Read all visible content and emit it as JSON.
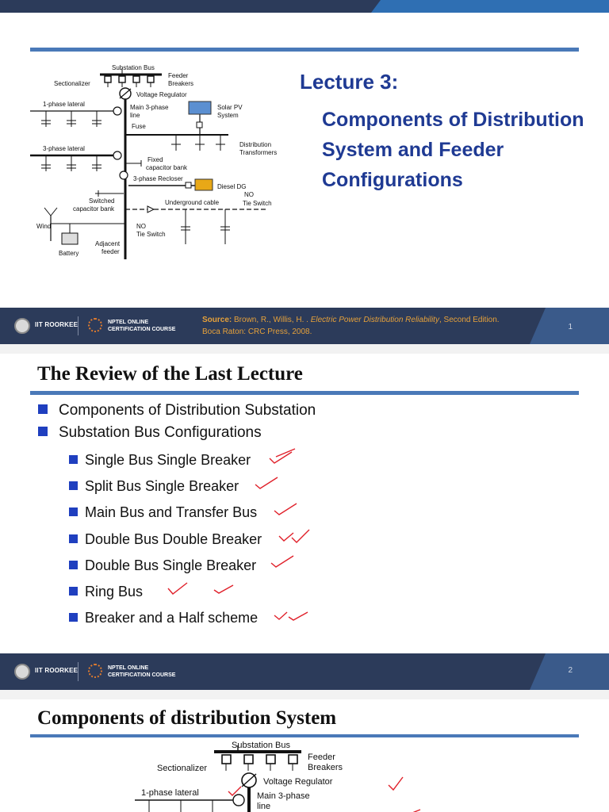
{
  "slide1": {
    "lecture_title": "Lecture 3:",
    "lecture_subtitle": "Components of Distribution System and Feeder Configurations",
    "diagram": {
      "substation_bus": "Substation Bus",
      "feeder_breakers_1": "Feeder",
      "feeder_breakers_2": "Breakers",
      "sectionalizer": "Sectionalizer",
      "voltage_regulator": "Voltage Regulator",
      "one_phase_lateral": "1-phase lateral",
      "main_line_1": "Main 3-phase",
      "main_line_2": "line",
      "solar_1": "Solar PV",
      "solar_2": "System",
      "fuse": "Fuse",
      "dist_tx_1": "Distribution",
      "dist_tx_2": "Transformers",
      "three_phase_lateral": "3-phase lateral",
      "fixed_cap_1": "Fixed",
      "fixed_cap_2": "capacitor bank",
      "recloser": "3-phase Recloser",
      "diesel": "Diesel DG",
      "switched_cap_1": "Switched",
      "switched_cap_2": "capacitor bank",
      "underground": "Underground cable",
      "no_1": "NO",
      "tie_switch_1": "Tie Switch",
      "wind": "Wind",
      "no_2": "NO",
      "tie_switch_2": "Tie Switch",
      "battery": "Battery",
      "adjacent_1": "Adjacent",
      "adjacent_2": "feeder"
    },
    "footer": {
      "iit": "IIT ROORKEE",
      "nptel_1": "NPTEL ONLINE",
      "nptel_2": "CERTIFICATION COURSE",
      "source_label": "Source:",
      "source_authors": " Brown, R., Willis, H. . ",
      "source_title": "Electric Power Distribution Reliability",
      "source_edition": ", Second Edition.",
      "source_publisher": "Boca Raton: CRC Press, 2008.",
      "page": "1"
    }
  },
  "slide2": {
    "title": "The Review of the Last Lecture",
    "bullets": [
      "Components of Distribution Substation",
      "Substation Bus Configurations"
    ],
    "sub_bullets": [
      "Single Bus Single Breaker",
      "Split Bus Single Breaker",
      "Main Bus and Transfer Bus",
      "Double Bus Double Breaker",
      "Double Bus Single Breaker",
      "Ring Bus",
      "Breaker and a Half scheme"
    ],
    "footer": {
      "iit": "IIT ROORKEE",
      "nptel_1": "NPTEL ONLINE",
      "nptel_2": "CERTIFICATION COURSE",
      "page": "2"
    }
  },
  "slide3": {
    "title": "Components of distribution System",
    "diagram": {
      "substation_bus": "Substation Bus",
      "feeder_1": "Feeder",
      "feeder_2": "Breakers",
      "sectionalizer": "Sectionalizer",
      "voltage_regulator": "Voltage Regulator",
      "one_phase_lateral": "1-phase lateral",
      "main_1": "Main 3-phase",
      "main_2": "line"
    }
  },
  "colors": {
    "navy": "#2c3b5a",
    "blue_rule": "#4a79b8",
    "title_blue": "#1f3a93",
    "bullet_blue": "#1f3fbf",
    "annotation_red": "#e0202a",
    "source_orange": "#e6a13a"
  }
}
